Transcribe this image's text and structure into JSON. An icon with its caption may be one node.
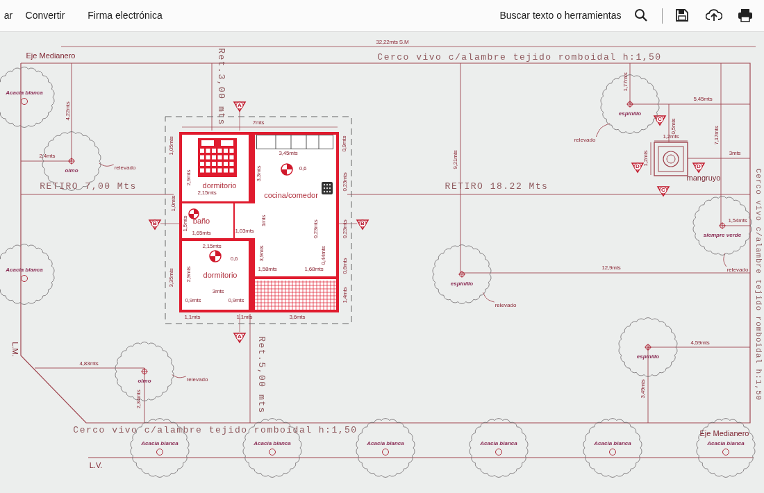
{
  "diagram": {
    "nodes": [
      {
        "text": [
          "Acacia blanca"
        ]
      },
      {
        "text": [
          "Acacia blanca"
        ]
      },
      {
        "text": [
          "olmo"
        ]
      },
      {
        "text": [
          "relevado"
        ]
      },
      {
        "text": [
          "espinillo"
        ]
      },
      {
        "text": [
          "relevado"
        ]
      },
      {
        "text": [
          "mangruyo"
        ]
      },
      {
        "text": [
          "siempre verde"
        ]
      },
      {
        "text": [
          "relevado"
        ]
      },
      {
        "text": [
          "espinillo"
        ]
      },
      {
        "text": [
          "relevado"
        ]
      },
      {
        "text": [
          "espinillo"
        ]
      },
      {
        "text": [
          "olmo"
        ]
      },
      {
        "text": [
          "relevado"
        ]
      },
      {
        "text": [
          "Acacia blanca"
        ]
      },
      {
        "text": [
          "Acacia blanca"
        ]
      },
      {
        "text": [
          "Acacia blanca"
        ]
      },
      {
        "text": [
          "Acacia blanca"
        ]
      },
      {
        "text": [
          "Acacia blanca"
        ]
      },
      {
        "text": [
          "Acacia blanca"
        ]
      },
      {
        "text": [],
        "shape": "box"
      },
      {
        "text": [
          "dormitorio"
        ],
        "in": 20
      },
      {
        "text": [
          "cocina/comedor"
        ],
        "in": 20
      },
      {
        "text": [
          "baño"
        ],
        "in": 20
      },
      {
        "text": [
          "dormitorio"
        ],
        "in": 20
      }
    ],
    "edges": [
      {
        "from": 3,
        "to": 2,
        "arrow": "none"
      },
      {
        "from": 5,
        "to": 4,
        "arrow": "none"
      },
      {
        "from": 8,
        "to": 7,
        "arrow": "none"
      },
      {
        "from": 10,
        "to": 9,
        "arrow": "none"
      },
      {
        "from": 13,
        "to": 12,
        "arrow": "none"
      }
    ],
    "labels": [
      "ar",
      "Convertir",
      "Firma electrónica",
      "Buscar texto o herramientas",
      "32,22mts S.M",
      "Eje Medianero",
      "Cerco vivo c/alambre tejido romboidal h:1,50",
      "Ret.3,00 mts",
      "4,22mts",
      "1,77mts",
      "5,45mts",
      "A",
      "0,5mts",
      "C",
      "7mts",
      "1,2mts",
      "7,17mts",
      "1,05mts",
      "3,45mts",
      "0,9mts",
      "1,2mts",
      "2,4mts",
      "D",
      "D",
      "3mts",
      "9,21mts",
      "0,6",
      "2,9mts",
      "3,3mts",
      "C",
      "RETIRO 7,00 Mts",
      "RETIRO 18.22 Mts",
      "0,23mts",
      "2,15mts",
      "1,0mts",
      "1,5mts",
      "B",
      "B",
      "1,54mts",
      "1mts",
      "1,65mts",
      "1,03mts",
      "0,23mts",
      "0,23mts",
      "2,15mts",
      "0,6",
      "3,9mts",
      "0,44mts",
      "0,6mts",
      "1,58mts",
      "1,68mts",
      "12,9mts",
      "3,35mts",
      "2,9mts",
      "3mts",
      "1,4mts",
      "0,9mts",
      "0,9mts",
      "1,1mts",
      "1,1mts",
      "3,6mts",
      "A",
      "4,59mts",
      "L.M.",
      "4,83mts",
      "Ret.5,00 mts",
      "3,49mts",
      "2,34mts",
      "Cerco vivo c/alambre tejido romboidal h:1,50",
      "Eje Medianero",
      "L.V.",
      "Cerco vivo c/alambre tejido romboidal h:1,50"
    ]
  }
}
